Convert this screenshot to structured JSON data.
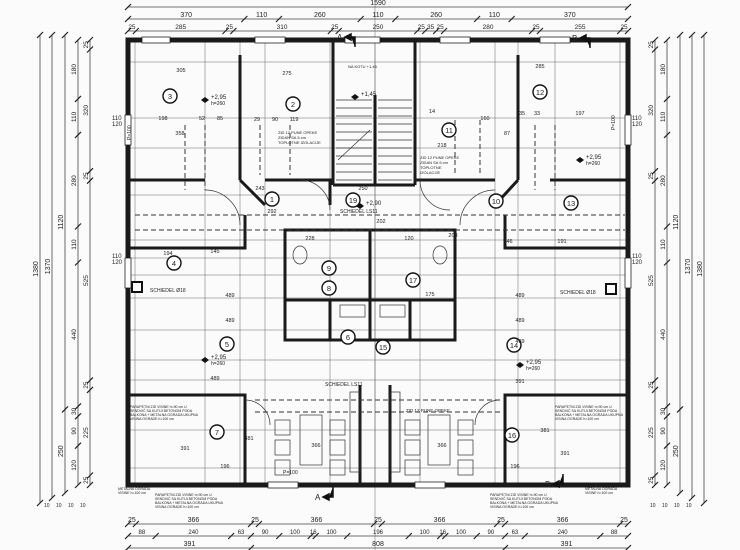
{
  "dimensions": {
    "top": {
      "total": "1590",
      "chain1": [
        "370",
        "110",
        "260",
        "110",
        "260",
        "110",
        "370"
      ],
      "chain2": [
        "25",
        "285",
        "25",
        "310",
        "25",
        "250",
        "25",
        "35",
        "25",
        "280",
        "25",
        "255",
        "25"
      ]
    },
    "bottom": {
      "chain1": [
        "25",
        "366",
        "25",
        "366",
        "25",
        "366",
        "25",
        "366",
        "25"
      ],
      "chain2": [
        "88",
        "240",
        "63",
        "90",
        "100",
        "16",
        "100",
        "196",
        "100",
        "16",
        "100",
        "90",
        "63",
        "240",
        "88"
      ],
      "chain3": [
        "391",
        "808",
        "391"
      ]
    },
    "left": {
      "outer1": "1380",
      "outer2": "1370",
      "chain3": [
        "1120",
        "250"
      ],
      "chain4": [
        "180",
        "110",
        "280",
        "110",
        "440",
        "30",
        "90",
        "120"
      ],
      "chain5": [
        "25",
        "320",
        "25",
        "525",
        "25",
        "225",
        "25"
      ],
      "bottom_small": [
        "10",
        "10",
        "10",
        "10"
      ]
    },
    "right": {
      "outer1": "1380",
      "outer2": "1370",
      "chain3": [
        "1120",
        "250"
      ],
      "chain4": [
        "180",
        "110",
        "280",
        "110",
        "440",
        "30",
        "90",
        "120"
      ],
      "chain5": [
        "25",
        "320",
        "25",
        "525",
        "25",
        "225",
        "25"
      ],
      "bottom_small": [
        "10",
        "10",
        "10",
        "10"
      ]
    }
  },
  "rooms": [
    "1",
    "2",
    "3",
    "4",
    "5",
    "6",
    "7",
    "8",
    "9",
    "10",
    "11",
    "12",
    "13",
    "14",
    "15",
    "16",
    "17",
    "19"
  ],
  "room_dims": [
    "305",
    "275",
    "198",
    "52",
    "85",
    "29",
    "90",
    "119",
    "358",
    "292",
    "243",
    "194",
    "145",
    "489",
    "489",
    "489",
    "391",
    "381",
    "196",
    "366",
    "366",
    "250",
    "202",
    "203",
    "285",
    "197",
    "35",
    "33",
    "87",
    "160",
    "14",
    "218",
    "146",
    "191",
    "120",
    "228",
    "175"
  ],
  "elevations": [
    {
      "level": "+2,95",
      "h": "h=260"
    },
    {
      "level": "+2,95",
      "h": "h=260"
    },
    {
      "level": "+2,95",
      "h": "h=260"
    },
    {
      "level": "+2,95",
      "h": "h=260"
    },
    {
      "level": "+1,45",
      "h": ""
    },
    {
      "level": "+2,90",
      "h": ""
    }
  ],
  "labels": {
    "chimney1": "SCHIEDEL Ø18",
    "chimney2": "SCHIEDEL Ø18",
    "chimney3": "SCHIEDEL LS11",
    "chimney4": "SCHIEDEL LS11",
    "window": "P=100",
    "wall_note": "ZID 12 PUNE OPEKE ZIDAN SA 5 cm TOPLOTNE IZOLACIJE",
    "wall_note2": "ZID 12 PUNE OPEKE",
    "parapet_note": "PARAPETNI ZID VISINE h=90 cm U SENDVIČ SA KUTIJI BETONOM PODA BALKONA + METALNA OGRADA UKUPNA VISINA OGRADE h=100 cm",
    "metal_fence": "METALNA OGRADA VISINE h=100 cm",
    "stair_note": "NA KOTU +1,45"
  },
  "sections": [
    "A",
    "A",
    "B",
    "B"
  ],
  "wall_openings": [
    "110",
    "120",
    "110",
    "120",
    "110",
    "120",
    "110",
    "120"
  ]
}
